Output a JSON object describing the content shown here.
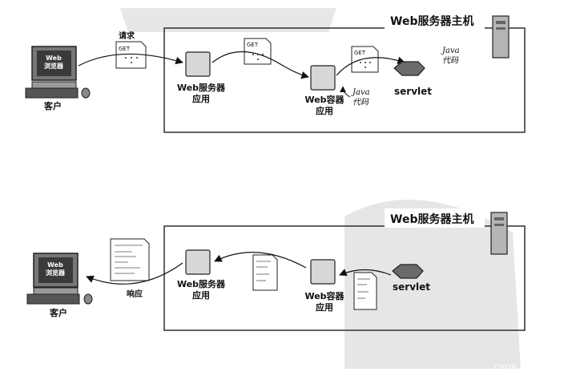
{
  "top": {
    "host_label": "Web服务器主机",
    "client": {
      "screen_label": "Web\n浏览器",
      "caption": "客户"
    },
    "request_label": "请求",
    "get_label": "GET",
    "web_server_app": "Web服务器\n应用",
    "web_container_app": "Web容器\n应用",
    "servlet_label": "servlet",
    "java_code_1": "Java\n代码",
    "java_code_2": "Java\n代码"
  },
  "bottom": {
    "host_label": "Web服务器主机",
    "client": {
      "screen_label": "Web\n浏览器",
      "caption": "客户"
    },
    "response_label": "响应",
    "web_server_app": "Web服务器\n应用",
    "web_container_app": "Web容器\n应用",
    "servlet_label": "servlet"
  },
  "watermark": "CSDN @一万~"
}
